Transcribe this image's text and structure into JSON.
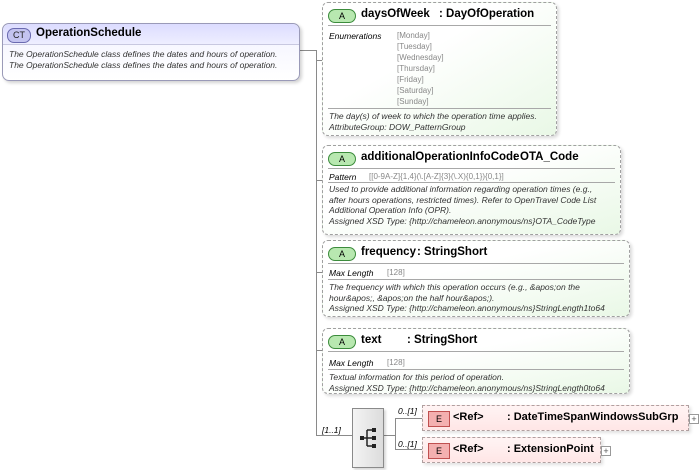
{
  "complex_type": {
    "badge": "CT",
    "name": "OperationSchedule",
    "description_lines": [
      "The OperationSchedule class defines the dates and hours of operation.",
      "The OperationSchedule class defines the dates and hours of operation."
    ]
  },
  "attributes": [
    {
      "badge": "A",
      "name": "daysOfWeek",
      "type": ": DayOfOperation",
      "facet_label": "Enumerations",
      "facet_values": [
        "[Monday]",
        "[Tuesday]",
        "[Wednesday]",
        "[Thursday]",
        "[Friday]",
        "[Saturday]",
        "[Sunday]"
      ],
      "description_lines": [
        "The day(s) of week to which the operation time applies.",
        "AttributeGroup: DOW_PatternGroup"
      ]
    },
    {
      "badge": "A",
      "name": "additionalOperationInfoCode",
      "type": ": OTA_Code",
      "facet_label": "Pattern",
      "facet_values": [
        "[[0-9A-Z]{1,4}(\\.[A-Z]{3}(\\.X){0,1}){0,1}]"
      ],
      "description_lines": [
        "Used to provide additional information regarding operation times (e.g.,",
        "after hours operations, restricted times). Refer to OpenTravel Code List",
        "Additional Operation Info (OPR).",
        "Assigned XSD Type: {http://chameleon.anonymous/ns}OTA_CodeType"
      ]
    },
    {
      "badge": "A",
      "name": "frequency",
      "type": ": StringShort",
      "facet_label": "Max Length",
      "facet_values": [
        "[128]"
      ],
      "description_lines": [
        "The frequency with which this operation occurs (e.g., &apos;on the",
        "hour&apos;, &apos;on the half hour&apos;).",
        "Assigned XSD Type: {http://chameleon.anonymous/ns}StringLength1to64"
      ]
    },
    {
      "badge": "A",
      "name": "text",
      "type": ": StringShort",
      "facet_label": "Max Length",
      "facet_values": [
        "[128]"
      ],
      "description_lines": [
        "Textual information for this period of operation.",
        "Assigned XSD Type: {http://chameleon.anonymous/ns}StringLength0to64"
      ]
    }
  ],
  "sequence": {
    "multiplicity": "[1..1]",
    "icon": "sequence-compositor-icon"
  },
  "elements": [
    {
      "badge": "E",
      "label": "<Ref>",
      "target": ": DateTimeSpanWindowsSubGrp",
      "multiplicity": "0..[1]",
      "expand": "+"
    },
    {
      "badge": "E",
      "label": "<Ref>",
      "target": ": ExtensionPoint",
      "multiplicity": "0..[1]",
      "expand": "+"
    }
  ]
}
